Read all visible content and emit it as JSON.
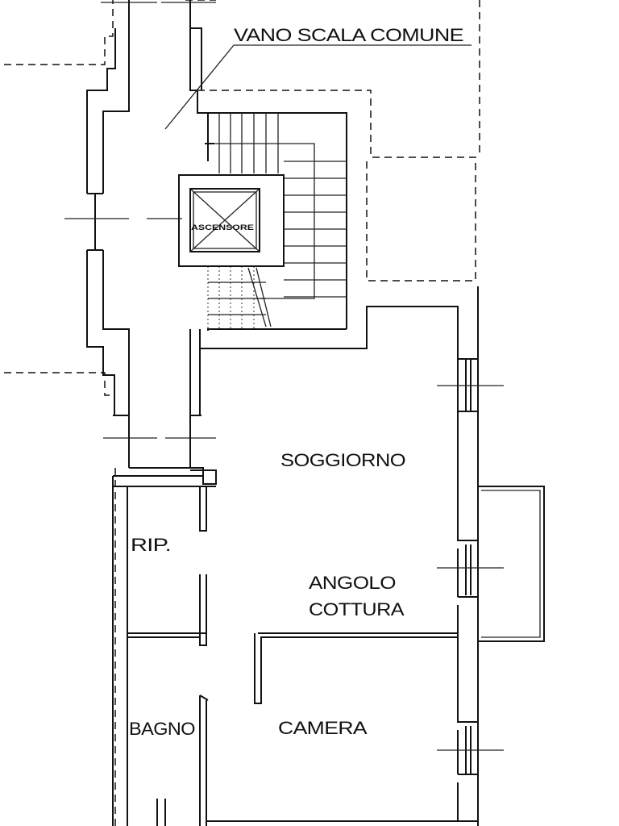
{
  "plan": {
    "labels": {
      "stairwell": "VANO SCALA COMUNE",
      "elevator": "ASCENSORE",
      "living_room": "SOGGIORNO",
      "storage": "RIP.",
      "kitchen_line1": "ANGOLO",
      "kitchen_line2": "COTTURA",
      "bathroom": "BAGNO",
      "bedroom": "CAMERA"
    }
  }
}
